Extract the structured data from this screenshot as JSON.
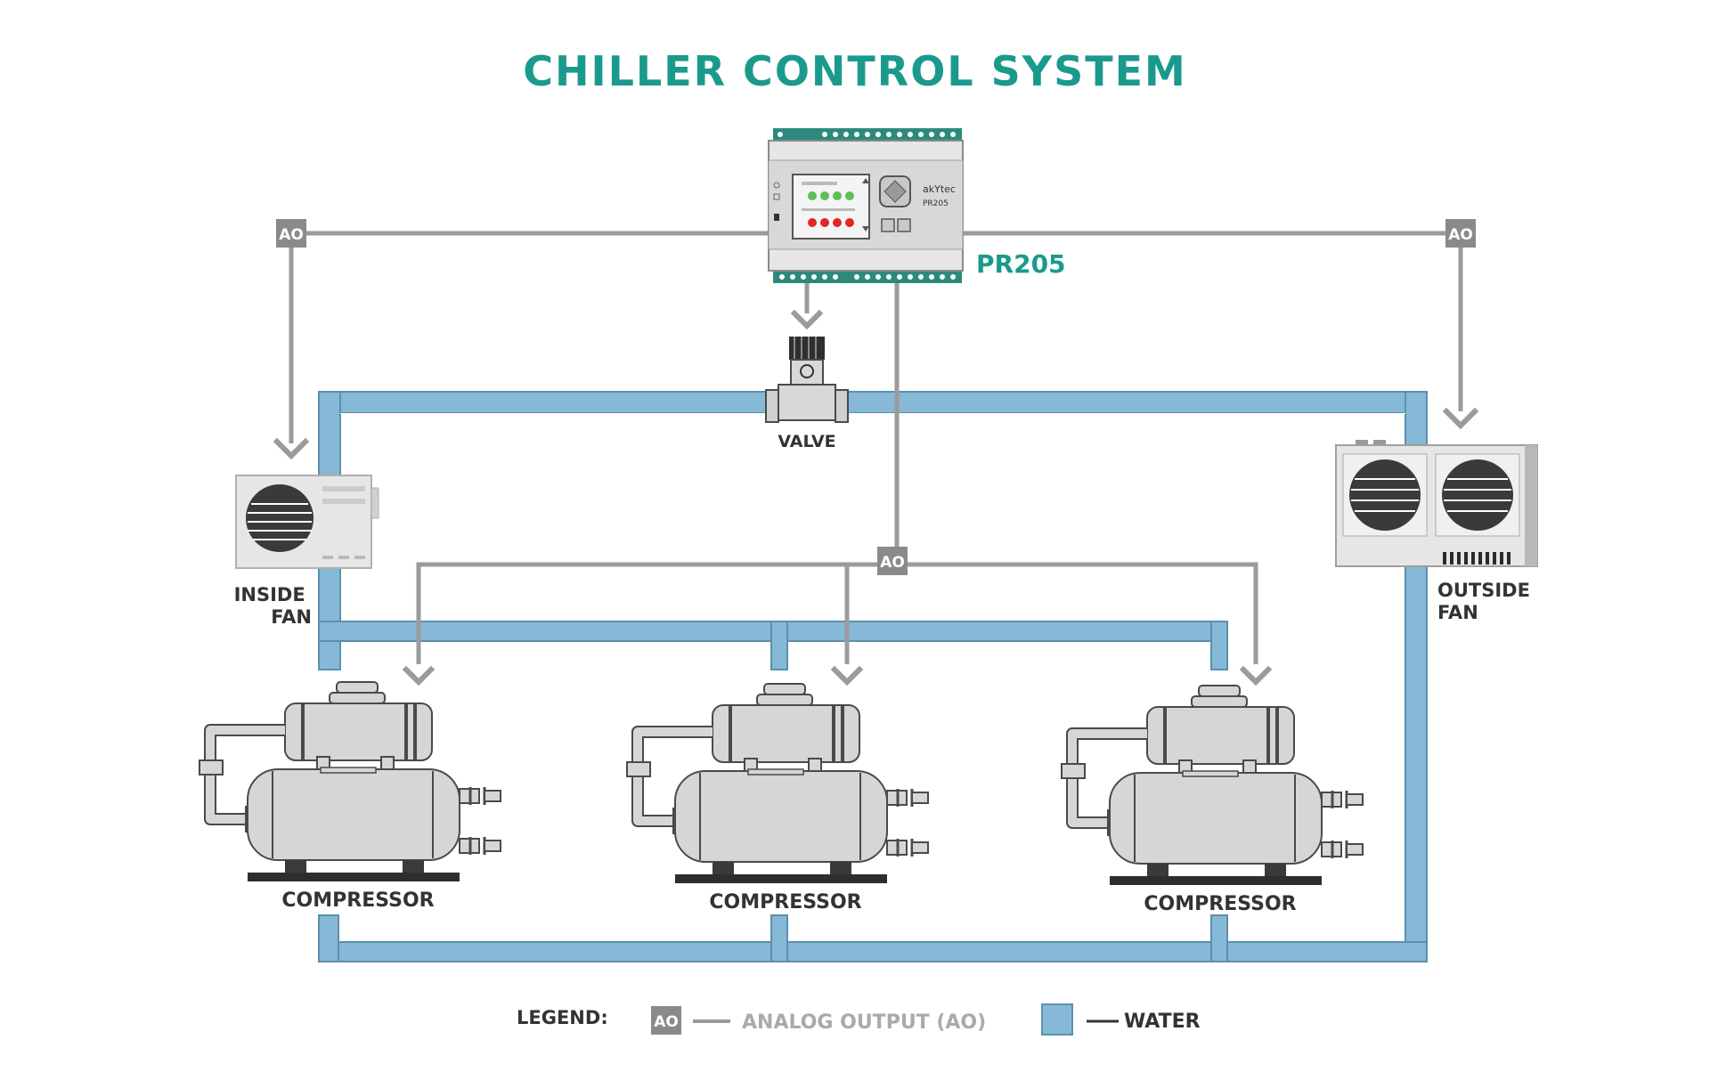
{
  "title": "CHILLER CONTROL SYSTEM",
  "controller": {
    "name": "PR205",
    "brand": "akYtec",
    "model": "PR205"
  },
  "ao_badge": "AO",
  "components": {
    "valve": "VALVE",
    "inside_fan": [
      "INSIDE",
      "FAN"
    ],
    "outside_fan": [
      "OUTSIDE",
      "FAN"
    ],
    "compressors": [
      "COMPRESSOR",
      "COMPRESSOR",
      "COMPRESSOR"
    ]
  },
  "legend": {
    "label": "LEGEND:",
    "ao_text": "ANALOG OUTPUT (AO)",
    "water_text": "WATER"
  },
  "colors": {
    "title": "#1a9a8c",
    "water": "#86b8d8",
    "water_edge": "#5d8fae",
    "signal": "#9b9b9b",
    "badge": "#8a8a8a",
    "device": "#dadada",
    "device_edge": "#4a4a4a",
    "led_green": "#5cc05a",
    "led_red": "#e02626"
  }
}
